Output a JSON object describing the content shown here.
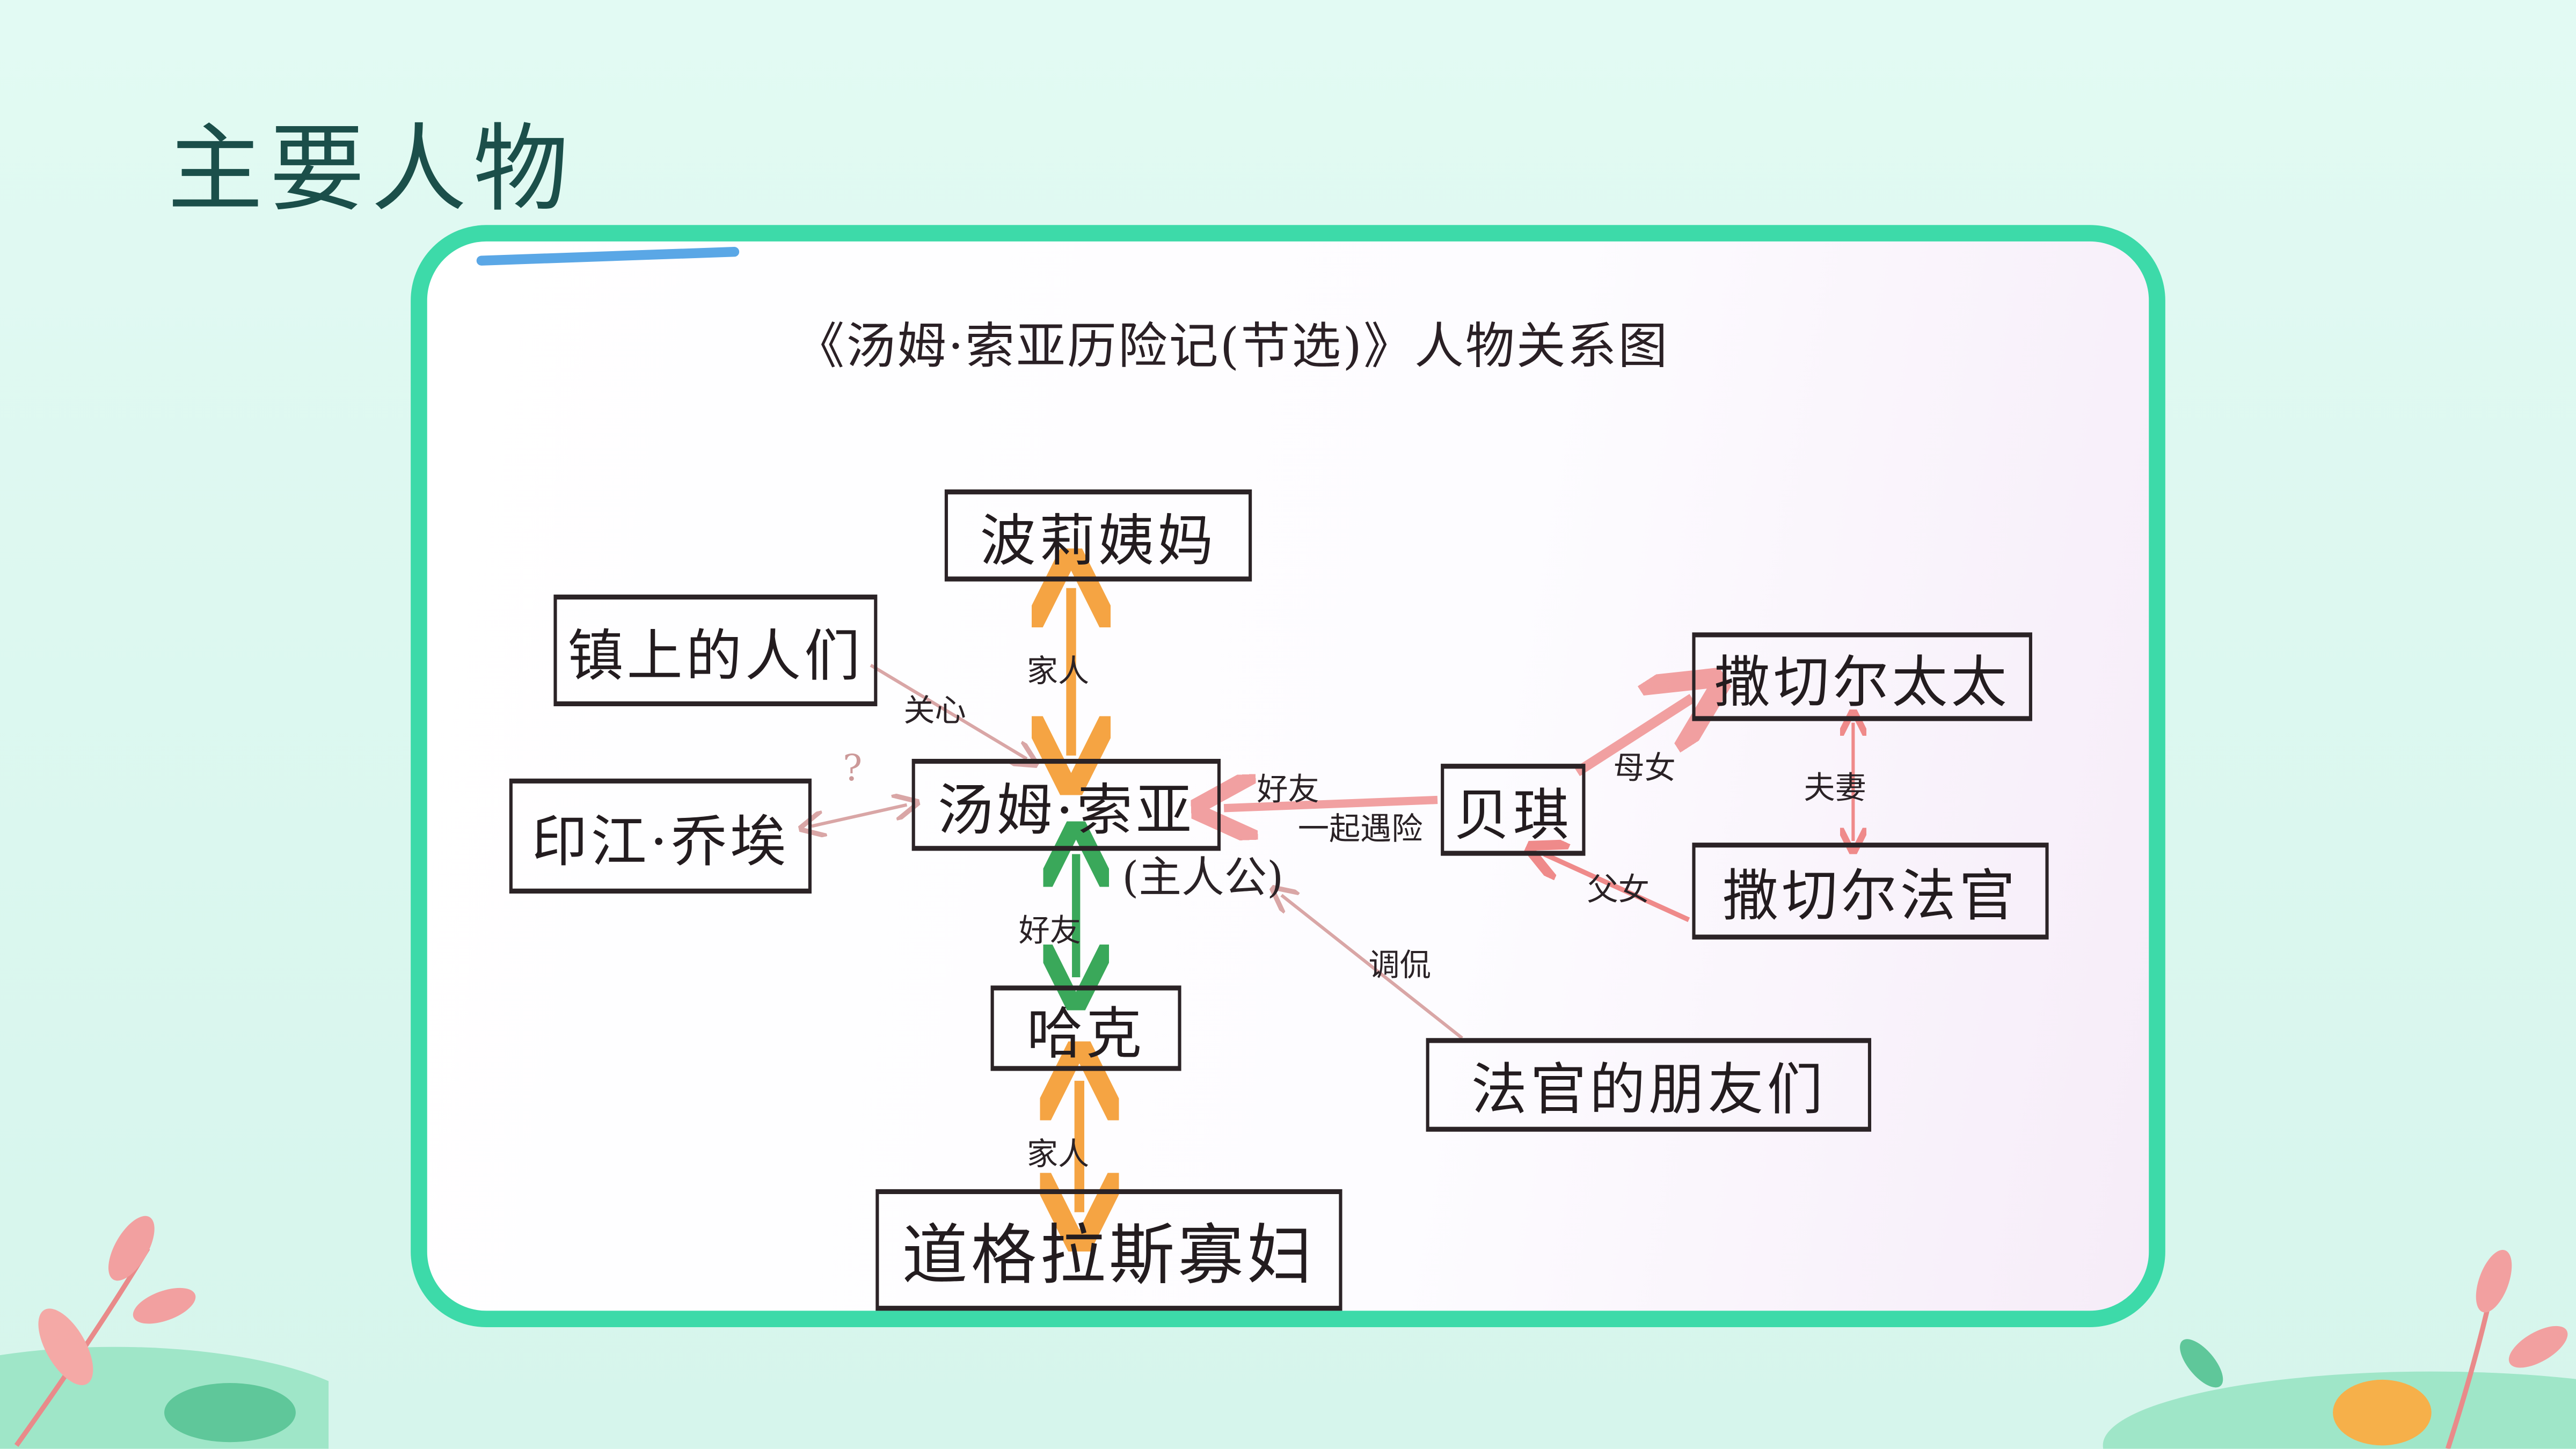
{
  "slide": {
    "title": "主要人物"
  },
  "diagram": {
    "title": "《汤姆·索亚历险记(节选)》人物关系图",
    "nodes": {
      "polly": "波莉姨妈",
      "townspeople": "镇上的人们",
      "injun_joe": "印江·乔埃",
      "tom": "汤姆·索亚",
      "tom_note": "(主人公)",
      "becky": "贝琪",
      "mrs_thatcher": "撒切尔太太",
      "judge_thatcher": "撒切尔法官",
      "huck": "哈克",
      "judge_friends": "法官的朋友们",
      "widow_douglas": "道格拉斯寡妇"
    },
    "edges": {
      "polly_tom": "家人",
      "town_tom": "关心",
      "joe_tom": "?",
      "becky_tom_1": "好友",
      "becky_tom_2": "一起遇险",
      "mrs_becky": "母女",
      "mrs_judge": "夫妻",
      "judge_becky": "父女",
      "friends_tom": "调侃",
      "tom_huck": "好友",
      "huck_widow": "家人"
    },
    "colors": {
      "family": "#f5a443",
      "friend": "#3aa85a",
      "becky": "#ef8a8a",
      "frame": "#3ddaa9"
    }
  }
}
